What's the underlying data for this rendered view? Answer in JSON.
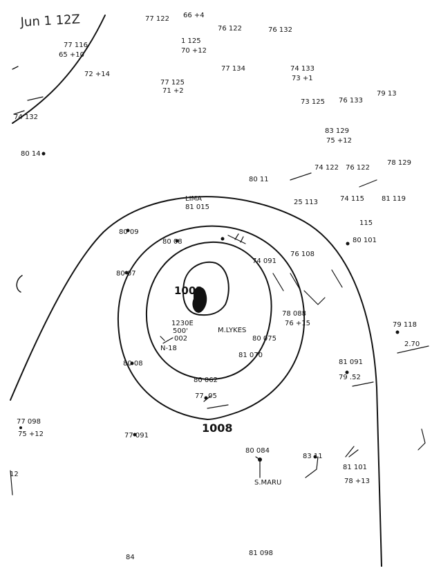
{
  "map": {
    "date_label": "Jun 1 12Z",
    "center_pressure": "1002",
    "outer_isobar_label": "1008",
    "inner_isobar_labels": [
      "80 08",
      "80 07",
      "80 09",
      "80 08"
    ]
  },
  "stations": [
    {
      "id": "st-a1",
      "obs": "77 122"
    },
    {
      "id": "st-a2",
      "obs": "66 +4"
    },
    {
      "id": "st-a3",
      "obs": "76 122"
    },
    {
      "id": "st-a4",
      "obs": "76 132"
    },
    {
      "id": "st-a5",
      "obs": "77 116"
    },
    {
      "id": "st-a6",
      "obs": "65 +10"
    },
    {
      "id": "st-a7",
      "obs": "72 +14"
    },
    {
      "id": "st-a8",
      "obs": "1 125"
    },
    {
      "id": "st-a9",
      "obs": "70 +12"
    },
    {
      "id": "st-b1",
      "obs": "77 125"
    },
    {
      "id": "st-b2",
      "obs": "71 +2"
    },
    {
      "id": "st-b3",
      "obs": "77 134"
    },
    {
      "id": "st-b4",
      "obs": "74 133"
    },
    {
      "id": "st-b5",
      "obs": "73 +1"
    },
    {
      "id": "st-c1",
      "obs": "74 132"
    },
    {
      "id": "st-c2",
      "obs": "80 14"
    },
    {
      "id": "st-c3",
      "obs": "73 125"
    },
    {
      "id": "st-c4",
      "obs": "76 133"
    },
    {
      "id": "st-c5",
      "obs": "79 13"
    },
    {
      "id": "st-c6",
      "obs": "83 129"
    },
    {
      "id": "st-c7",
      "obs": "75 +12"
    },
    {
      "id": "st-d1",
      "obs": "74 122"
    },
    {
      "id": "st-d2",
      "obs": "80 11"
    },
    {
      "id": "st-d3",
      "obs": "76 122"
    },
    {
      "id": "st-d4",
      "obs": "78 129"
    },
    {
      "id": "st-d5",
      "obs": "25 113"
    },
    {
      "id": "st-d6",
      "obs": "74 115"
    },
    {
      "id": "st-d7",
      "obs": "81 119"
    },
    {
      "id": "st-d8",
      "obs": "80 101"
    },
    {
      "id": "st-d9",
      "obs": "115"
    },
    {
      "id": "st-e1",
      "obs": "81 015"
    },
    {
      "id": "st-e2",
      "obs": "LIMA"
    },
    {
      "id": "st-e3",
      "obs": "74 091"
    },
    {
      "id": "st-e4",
      "obs": "76 108"
    },
    {
      "id": "st-e5",
      "obs": "78 088"
    },
    {
      "id": "st-e6",
      "obs": "76 +15"
    },
    {
      "id": "st-e7",
      "obs": "1230E"
    },
    {
      "id": "st-e8",
      "obs": "500'"
    },
    {
      "id": "st-e9",
      "obs": "002"
    },
    {
      "id": "st-e10",
      "obs": "N-18"
    },
    {
      "id": "st-e11",
      "obs": "M.LYKES"
    },
    {
      "id": "st-e12",
      "obs": "80 075"
    },
    {
      "id": "st-e13",
      "obs": "81 070"
    },
    {
      "id": "st-f1",
      "obs": "79 118"
    },
    {
      "id": "st-f2",
      "obs": "2.70"
    },
    {
      "id": "st-f3",
      "obs": "81 091"
    },
    {
      "id": "st-f4",
      "obs": "79 .52"
    },
    {
      "id": "st-f5",
      "obs": "80 062"
    },
    {
      "id": "st-f6",
      "obs": "77 .05"
    },
    {
      "id": "st-g1",
      "obs": "77 098"
    },
    {
      "id": "st-g2",
      "obs": "75 +12"
    },
    {
      "id": "st-g3",
      "obs": "77 091"
    },
    {
      "id": "st-g4",
      "obs": "80 084"
    },
    {
      "id": "st-g5",
      "obs": "S.MARU"
    },
    {
      "id": "st-g6",
      "obs": "83 11"
    },
    {
      "id": "st-g7",
      "obs": "81 101"
    },
    {
      "id": "st-g8",
      "obs": "78 +13"
    },
    {
      "id": "st-h1",
      "obs": "81 098"
    },
    {
      "id": "st-h2",
      "obs": "84"
    },
    {
      "id": "st-h3",
      "obs": "12"
    }
  ]
}
